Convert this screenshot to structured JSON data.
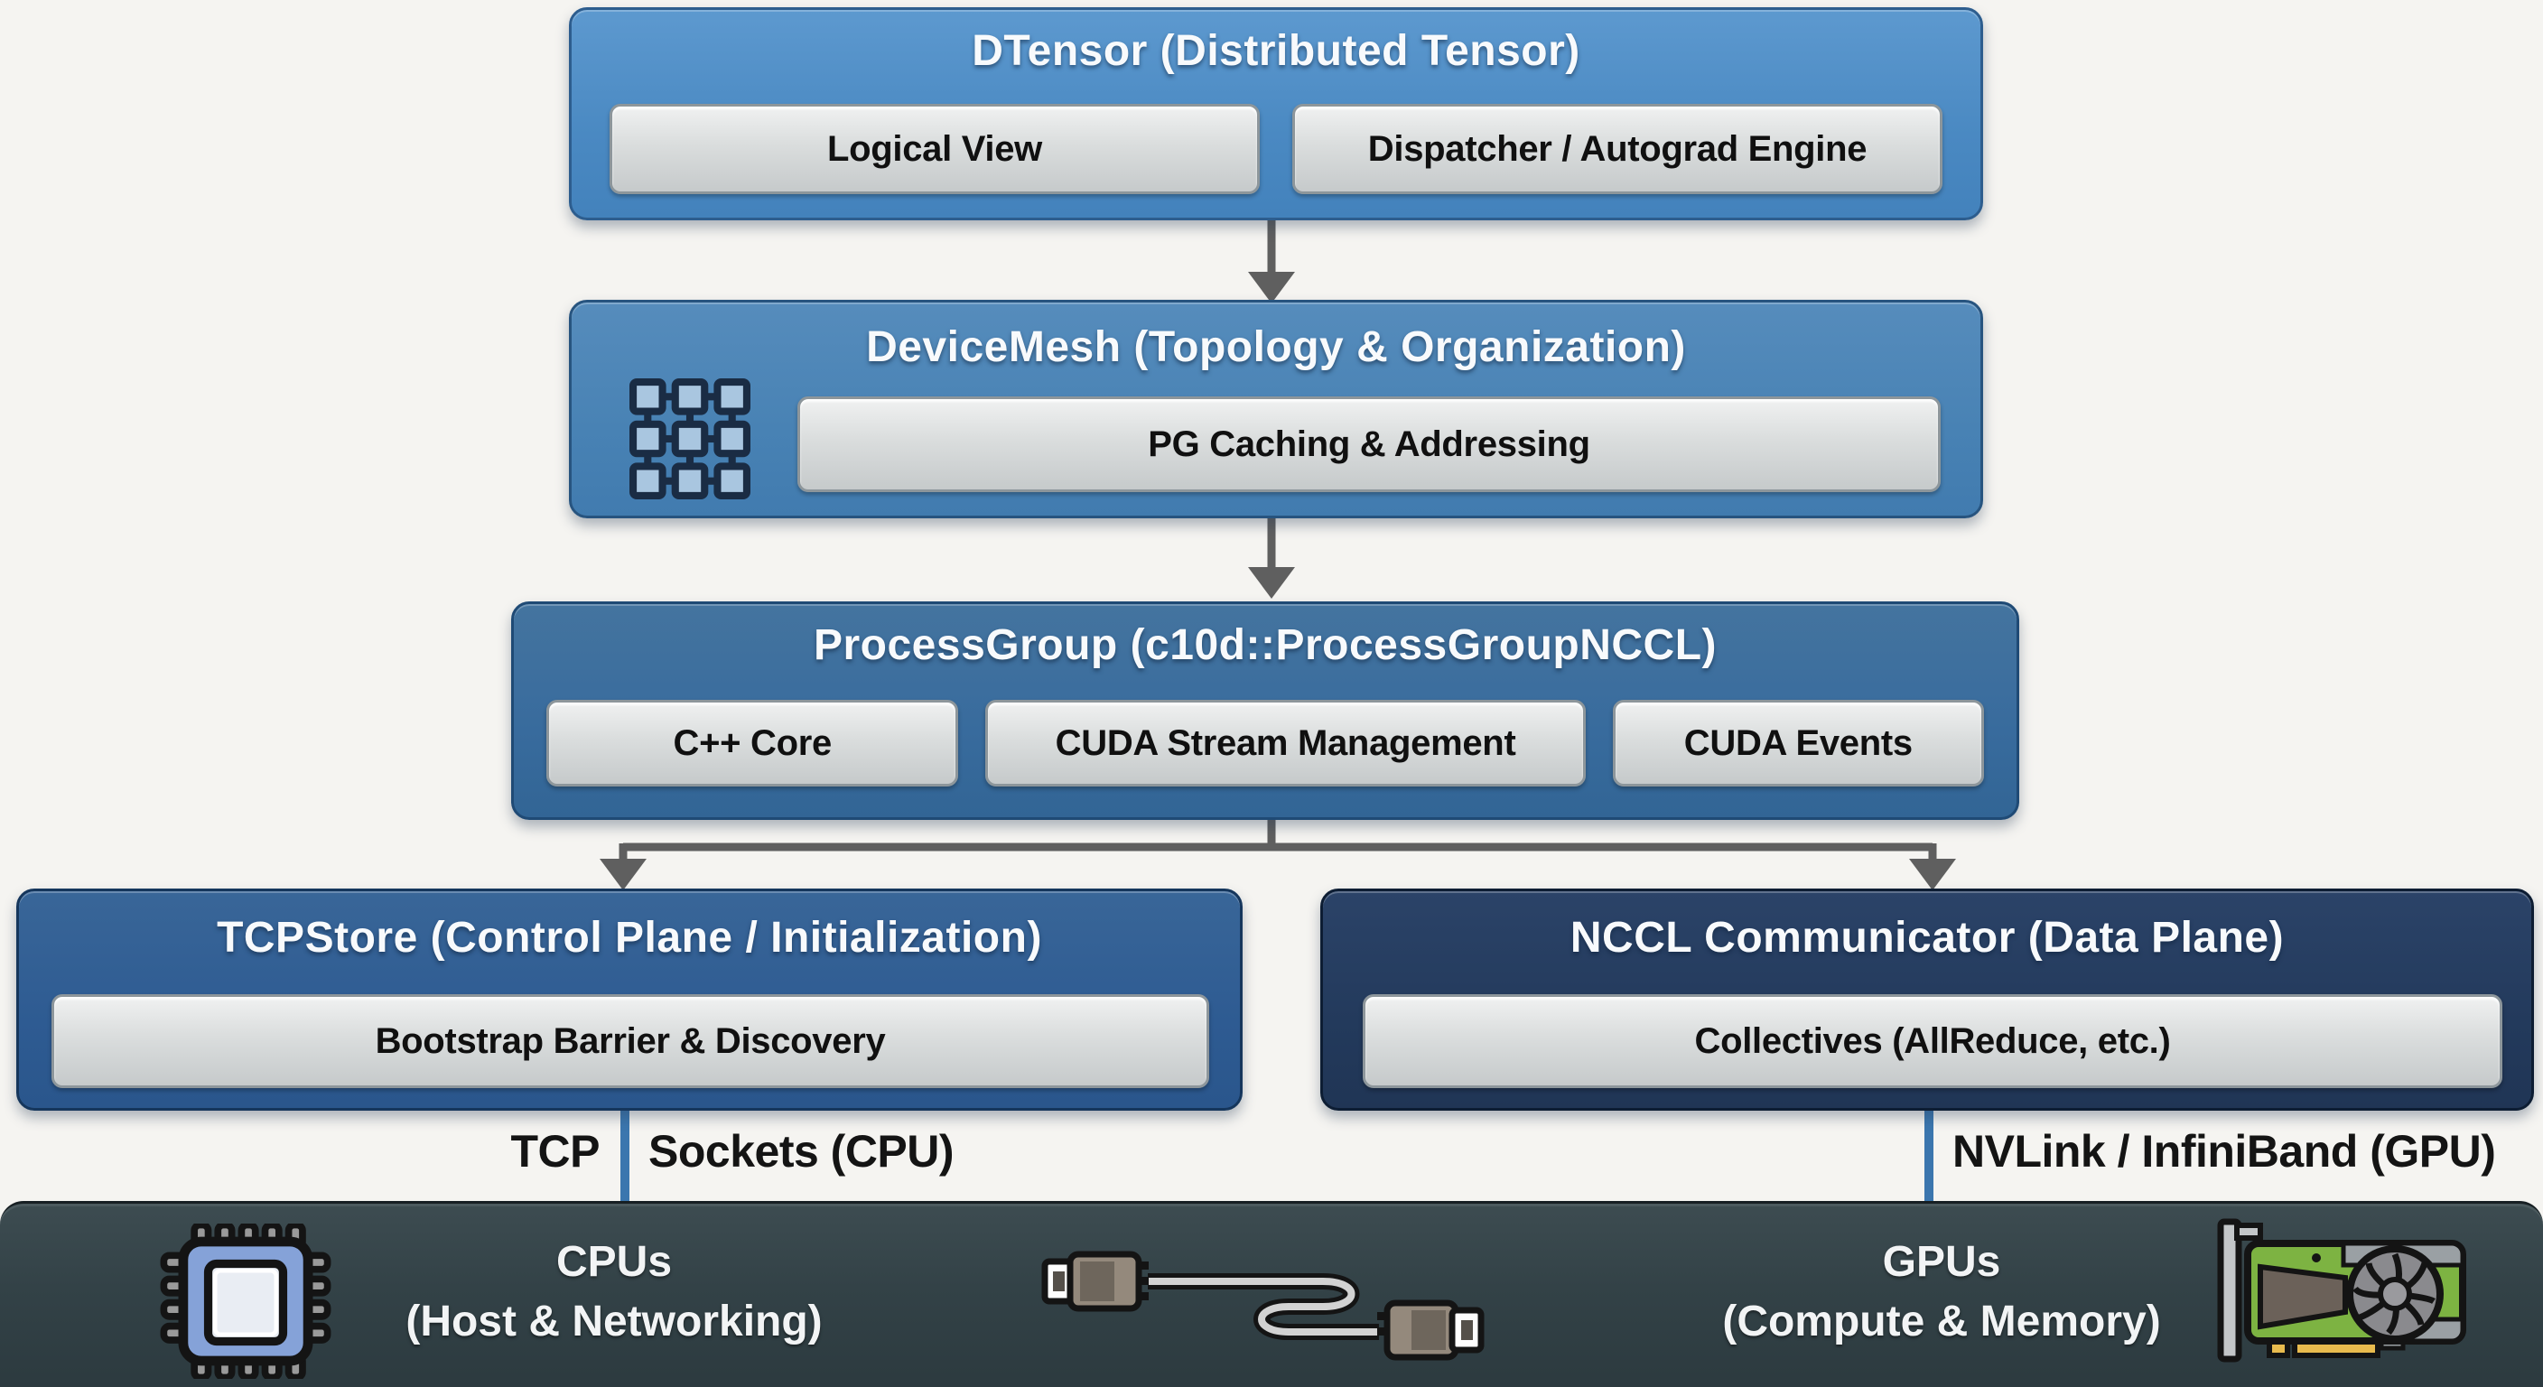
{
  "boxes": {
    "dtensor": {
      "title": "DTensor (Distributed Tensor)",
      "children": [
        "Logical View",
        "Dispatcher / Autograd Engine"
      ]
    },
    "devicemesh": {
      "title": "DeviceMesh (Topology & Organization)",
      "icon": "mesh-icon",
      "children": [
        "PG Caching & Addressing"
      ]
    },
    "processgroup": {
      "title": "ProcessGroup (c10d::ProcessGroupNCCL)",
      "children": [
        "C++ Core",
        "CUDA Stream Management",
        "CUDA Events"
      ]
    },
    "tcpstore": {
      "title": "TCPStore (Control Plane / Initialization)",
      "children": [
        "Bootstrap Barrier & Discovery"
      ]
    },
    "nccl": {
      "title": "NCCL Communicator (Data Plane)",
      "children": [
        "Collectives (AllReduce, etc.)"
      ]
    }
  },
  "connectors": {
    "tcp_label_left": "TCP",
    "tcp_label_right": "Sockets (CPU)",
    "nvlink_label": "NVLink / InfiniBand (GPU)"
  },
  "hardware_bar": {
    "cpu_title": "CPUs",
    "cpu_subtitle": "(Host & Networking)",
    "cpu_icon": "cpu-chip-icon",
    "cable_icon": "usb-cable-icon",
    "gpu_title": "GPUs",
    "gpu_subtitle": "(Compute & Memory)",
    "gpu_icon": "gpu-card-icon"
  },
  "palette": {
    "background": "#f5f4f1",
    "dtensor_fill": "#4a89c2",
    "devicemesh_fill": "#4882b4",
    "processgroup_fill": "#386b9d",
    "tcpstore_fill": "#2e5b92",
    "nccl_fill": "#233a5c",
    "hardware_bar_fill": "#334247",
    "chip_fill": "#d9dcdd",
    "arrow_gray": "#5f5f5f",
    "link_blue": "#3b76ae",
    "gpu_green": "#7db342",
    "pcie_gold": "#e9bb4e"
  }
}
